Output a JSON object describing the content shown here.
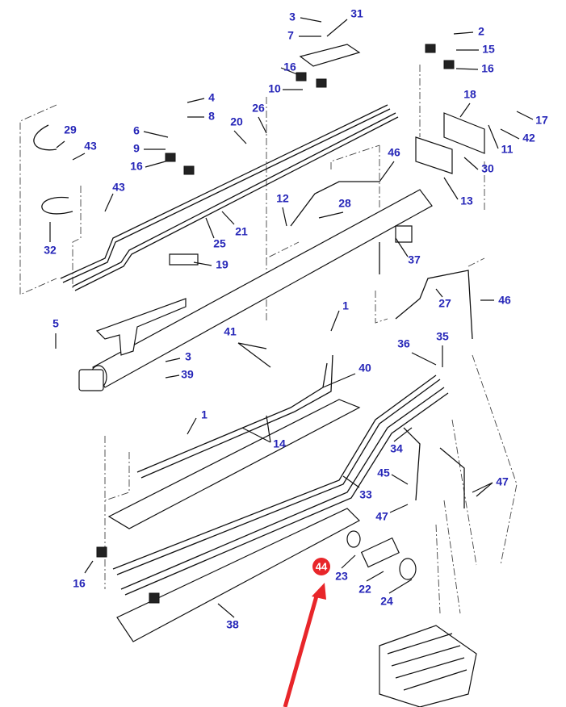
{
  "diagram": {
    "label_color": "#2626b8",
    "callout_color": "#e8262a",
    "labels": [
      "3",
      "31",
      "7",
      "2",
      "15",
      "16",
      "16",
      "10",
      "4",
      "8",
      "18",
      "17",
      "42",
      "11",
      "20",
      "26",
      "29",
      "43",
      "6",
      "9",
      "16",
      "46",
      "30",
      "43",
      "12",
      "28",
      "13",
      "21",
      "25",
      "32",
      "37",
      "19",
      "1",
      "5",
      "27",
      "46",
      "41",
      "3",
      "39",
      "36",
      "35",
      "40",
      "1",
      "14",
      "34",
      "45",
      "47",
      "33",
      "47",
      "16",
      "23",
      "22",
      "24",
      "38"
    ],
    "callout": {
      "label": "44",
      "icon": "red-arrow-icon"
    }
  }
}
